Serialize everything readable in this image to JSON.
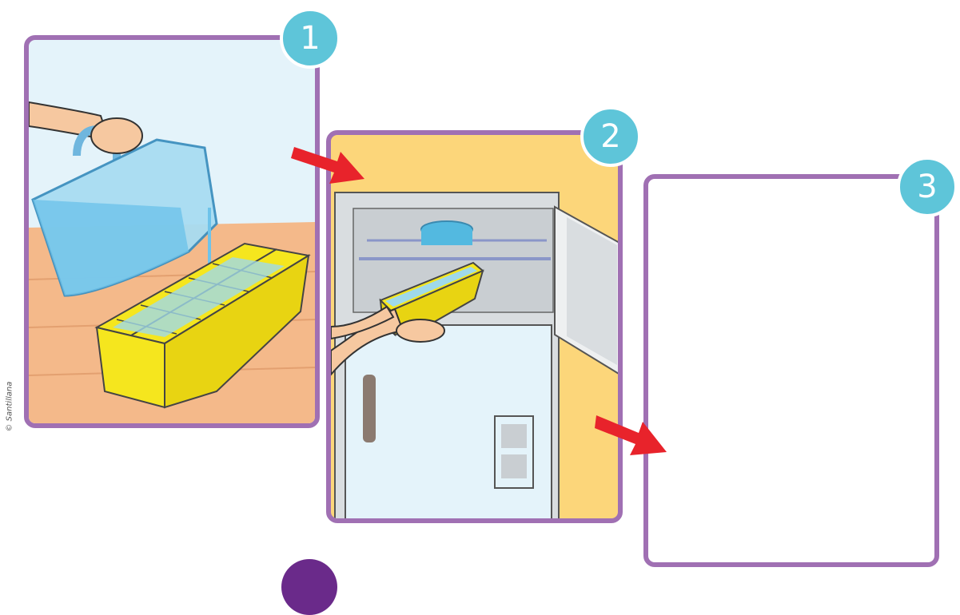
{
  "copyright": "© Santillana",
  "steps": [
    {
      "number": "1"
    },
    {
      "number": "2"
    },
    {
      "number": "3"
    }
  ],
  "colors": {
    "frame": "#a070b3",
    "badge": "#5ec5d9",
    "arrow": "#e8232b",
    "tray": "#f5e61e",
    "water": "#9fd9ea",
    "wall": "#fcd67a"
  },
  "icons": [
    "pitcher-illustration",
    "ice-tray-illustration",
    "fridge-illustration",
    "arrow-icon"
  ]
}
